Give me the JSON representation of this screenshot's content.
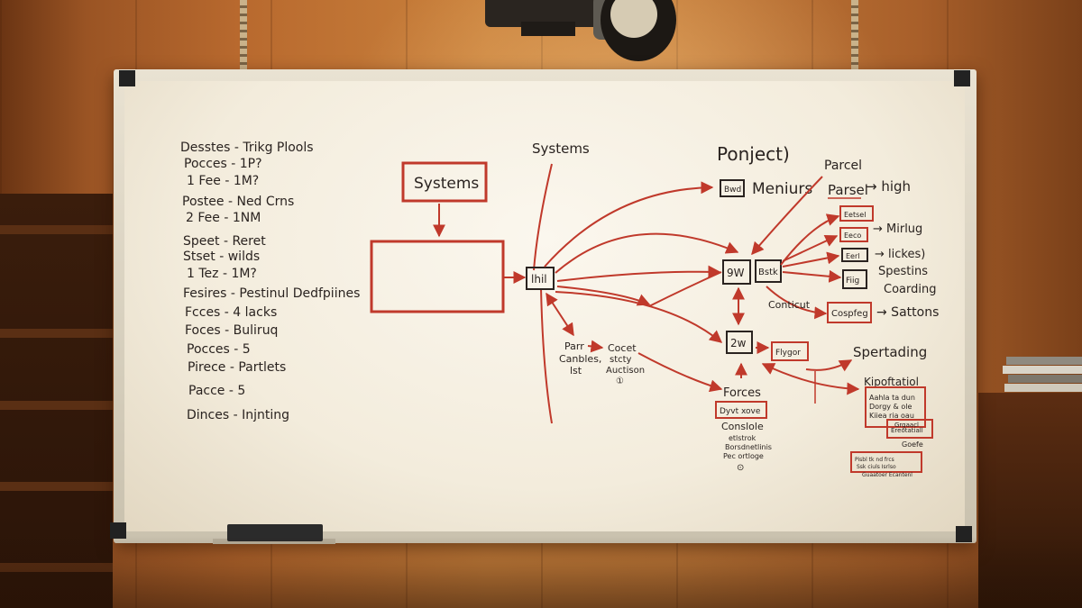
{
  "colors": {
    "marker_red": "#c0392b",
    "marker_black": "#2a2320",
    "board": "#f6f1e6",
    "wall": "#b8692e"
  },
  "icons": [
    "lamp-icon",
    "chain-icon",
    "eraser-icon"
  ],
  "left_list": [
    "Desstes - Trikg Plools",
    "Pocces - 1P?",
    "1 Fee - 1M?",
    "Postee - Ned Crns",
    "2 Fee - 1NM",
    "Speet - Reret",
    "Stset - wilds",
    "1 Tez - 1M?",
    "Fesires - Pestinul Dedfpiines",
    "Fcces - 4 lacks",
    "Foces - Buliruq",
    "Pocces - 5",
    "Pirece - Partlets",
    "Pacce - 5",
    "Dinces - Injnting"
  ],
  "center": {
    "systems_box": "Systems",
    "systems_heading": "Systems",
    "hub_node": "lhil",
    "lower_note": [
      "Parr",
      "Canbles,",
      "lst"
    ],
    "lower_note_right": [
      "Cocet",
      "stcty",
      "Auctison",
      "①"
    ]
  },
  "right": {
    "project_heading": "Ponject)",
    "parcel_top": "Parcel",
    "menu_box": "Bwd",
    "menu_label": "Meniurs",
    "parcel_label": "Parsel",
    "parcel_arrow": "→ high",
    "node_a": "9W",
    "node_b": "Bstk",
    "node_c": "2w",
    "small_boxes": [
      "Eetsel",
      "Eeco",
      "Eerl",
      "Fiig"
    ],
    "small_labels": [
      "→ Mirlug",
      "→ lickes)",
      "Spestins",
      "Coarding"
    ],
    "contact_label": "Conticut",
    "coppfeg_box": "Cospfeg",
    "coppfeg_label": "→ Sattons",
    "flyger_box": "Flygor",
    "spending_label": "Spertading",
    "forces_label": "Forces",
    "forces_box": "Dyvt xove",
    "console_lines": [
      "Conslole",
      "etlstrok",
      "Borsdnetlinis",
      "Pec ortloge",
      "⊙"
    ],
    "report_heading": "Kipoftatiol",
    "report_lines": [
      "Aahla ta dun",
      "Dorgy & ole",
      "Kiiea ria oau",
      "Grgaacl",
      "Ereotatiall",
      "Goefe"
    ],
    "bottom_box": [
      "Pisbl tk nd frcs",
      "Ssk ciuls Isrlso",
      "Guaatoer Ecantenl"
    ]
  }
}
